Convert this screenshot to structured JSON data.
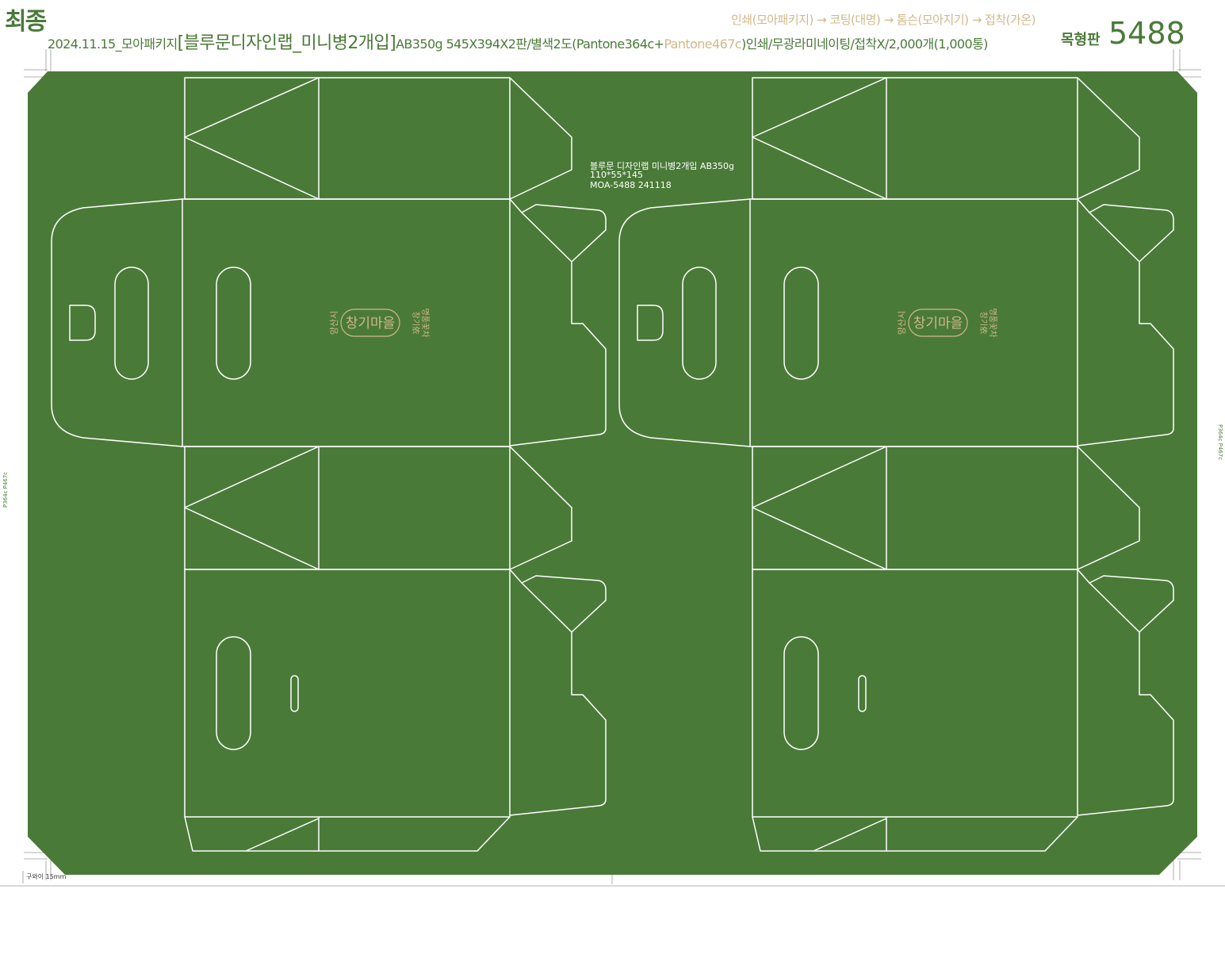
{
  "header": {
    "status": "최종",
    "date_prefix": "2024.11.15_모아패키지",
    "product": "[블루문디자인랩_미니병2개입]",
    "spec_a": "AB350g 545X394X2판/별색2도(Pantone364c+",
    "spec_pantone2": "Pantone467c",
    "spec_b": ")인쇄/무광라미네이팅/접착X/2,000개(1,000통)",
    "process": "인쇄(모아패키지) → 코팅(대명) → 톰슨(모아지기) → 접착(가온)",
    "die_label": "목형판",
    "die_number": "5488"
  },
  "center_info": {
    "line1": "블루문 디자인랩 미니병2개입 AB350g",
    "line2": "110*55*145",
    "line3": "MOA-5488  241118"
  },
  "logo": {
    "left": "양산시",
    "main": "창기마을",
    "right1": "창기依",
    "right2": "명품꽃차"
  },
  "side_marks": {
    "left": "P364c P467c",
    "right": "P364c P467c"
  },
  "bleed_note": "구와이 15mm",
  "colors": {
    "board": "#4a7a38",
    "accent": "#d2b88a",
    "dieline": "#ffffff"
  }
}
